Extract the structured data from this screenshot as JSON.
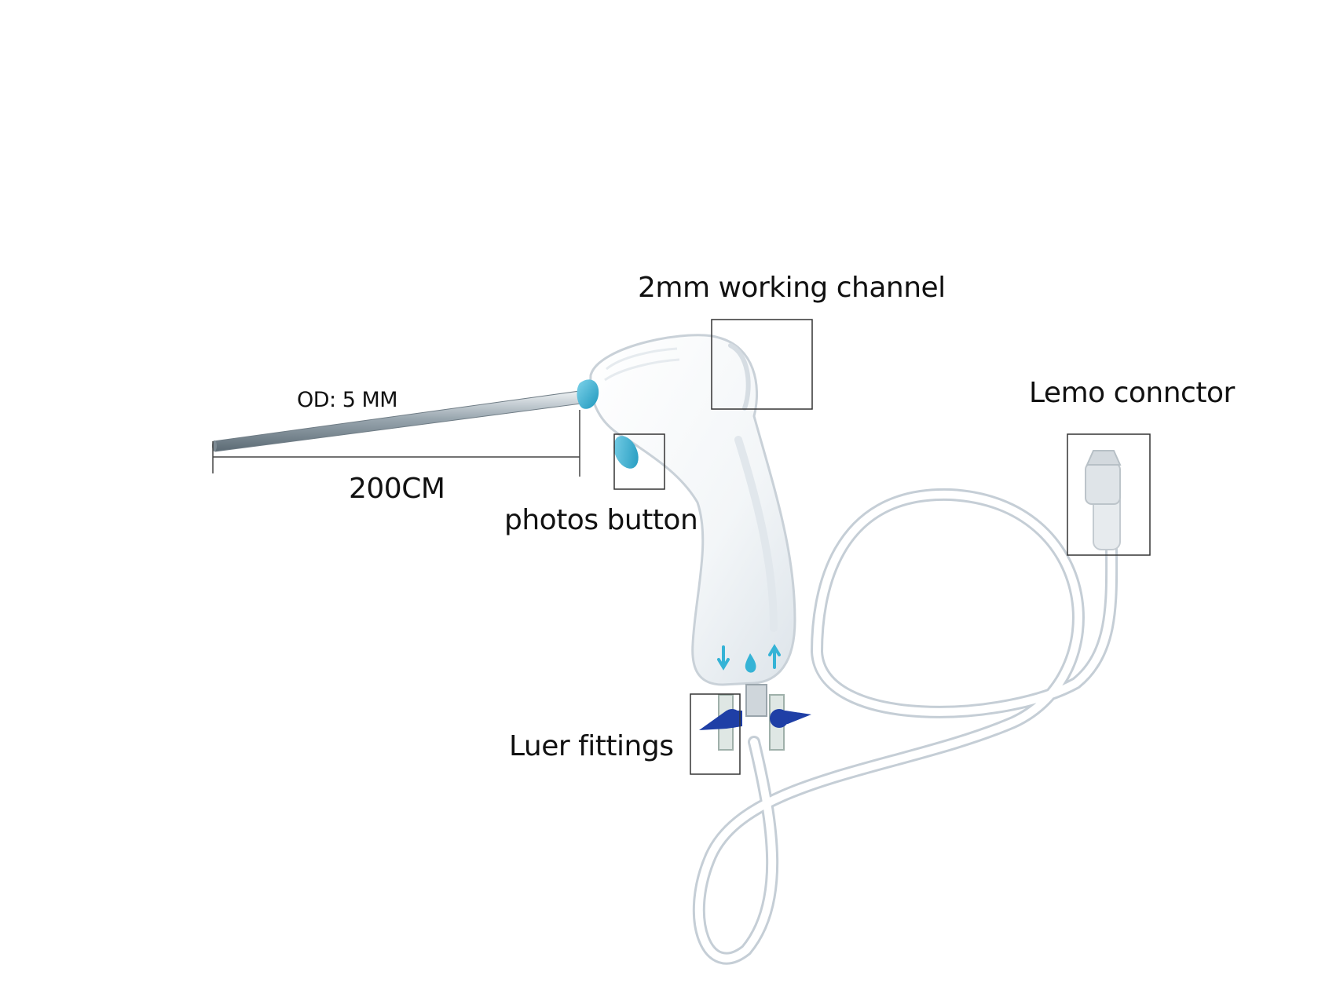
{
  "labels": {
    "working_channel": "2mm working channel",
    "lemo_connector": "Lemo connctor",
    "outer_diameter": "OD: 5 MM",
    "length": "200CM",
    "photos_button": "photos button",
    "luer_fittings": "Luer fittings"
  },
  "colors": {
    "accent_blue": "#35b3d6",
    "valve_blue": "#1f3fa6",
    "body_white": "#f7f9fb",
    "outline_gray": "#c9d1d8",
    "callout_box": "#333333"
  }
}
